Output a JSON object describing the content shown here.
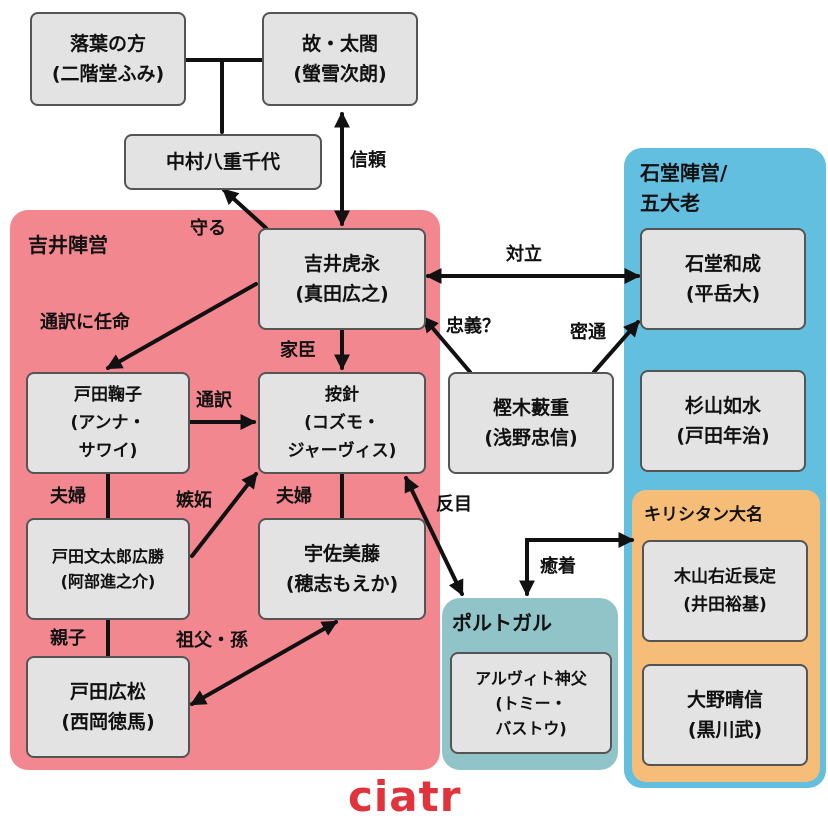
{
  "groups": {
    "yoshii": "吉井陣営",
    "ishido_line1": "石堂陣営/",
    "ishido_line2": "五大老",
    "portugal": "ポルトガル",
    "kirishitan": "キリシタン大名"
  },
  "nodes": {
    "ochiba": {
      "line1": "落葉の方",
      "line2": "(二階堂ふみ)"
    },
    "taiko": {
      "line1": "故・太閤",
      "line2": "(螢雪次朗)"
    },
    "nakamura": {
      "line1": "中村八重千代"
    },
    "toranaga": {
      "line1": "吉井虎永",
      "line2": "(真田広之)"
    },
    "ishido": {
      "line1": "石堂和成",
      "line2": "(平岳大)"
    },
    "sugiyama": {
      "line1": "杉山如水",
      "line2": "(戸田年治)"
    },
    "mariko": {
      "line1": "戸田鞠子",
      "line2": "(アンナ・",
      "line3": "サワイ)"
    },
    "anjin": {
      "line1": "按針",
      "line2": "(コズモ・",
      "line3": "ジャーヴィス)"
    },
    "kashigi": {
      "line1": "樫木藪重",
      "line2": "(浅野忠信)"
    },
    "buntaro": {
      "line1": "戸田文太郎広勝",
      "line2": "(阿部進之介)"
    },
    "fuji": {
      "line1": "宇佐美藤",
      "line2": "(穂志もえか)"
    },
    "hiromatsu": {
      "line1": "戸田広松",
      "line2": "(西岡徳馬)"
    },
    "alvito": {
      "line1": "アルヴィト神父",
      "line2": "(トミー・",
      "line3": "バストウ)"
    },
    "kiyama": {
      "line1": "木山右近長定",
      "line2": "(井田裕基)"
    },
    "ohno": {
      "line1": "大野晴信",
      "line2": "(黒川武)"
    }
  },
  "edges": {
    "shinrai": "信頼",
    "mamoru": "守る",
    "tairitsu": "対立",
    "tsuyaku_ninmei": "通訳に任命",
    "kashin": "家臣",
    "chugi": "忠義？",
    "mittsu": "密通",
    "tsuyaku": "通訳",
    "fufu1": "夫婦",
    "shitto": "嫉妬",
    "fufu2": "夫婦",
    "hanmoku": "反目",
    "yuchaku": "癒着",
    "oyako": "親子",
    "sofu_mago": "祖父・孫"
  },
  "logo": "ciatr"
}
